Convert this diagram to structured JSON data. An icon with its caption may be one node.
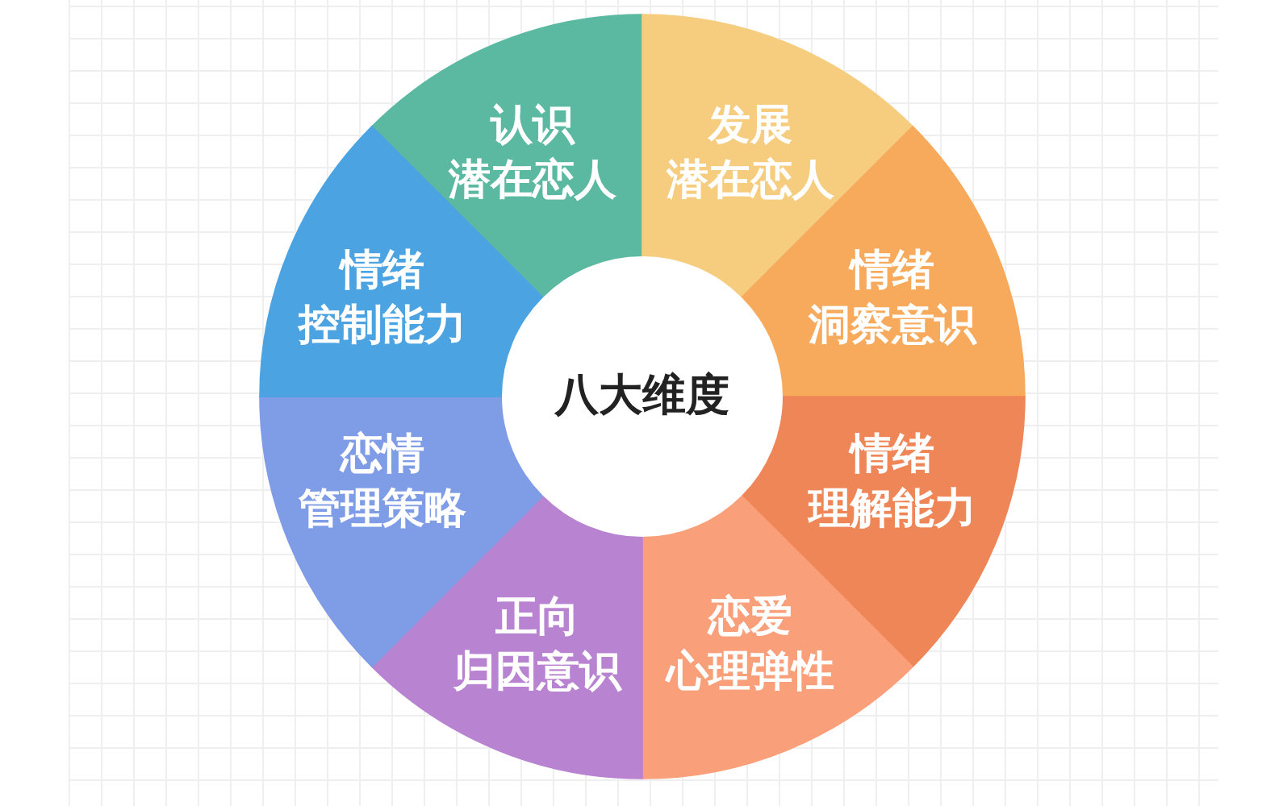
{
  "diagram": {
    "nodes": [
      {
        "text": [
          "八大维度"
        ]
      },
      {
        "text": [
          "认识潜在恋人"
        ]
      },
      {
        "text": [
          "发展潜在恋人"
        ]
      },
      {
        "text": [
          "情绪洞察意识"
        ]
      },
      {
        "text": [
          "情绪理解能力"
        ]
      },
      {
        "text": [
          "恋爱心理弹性"
        ]
      },
      {
        "text": [
          "正向归因意识"
        ]
      },
      {
        "text": [
          "恋情管理策略"
        ]
      },
      {
        "text": [
          "情绪控制能力"
        ]
      }
    ]
  }
}
